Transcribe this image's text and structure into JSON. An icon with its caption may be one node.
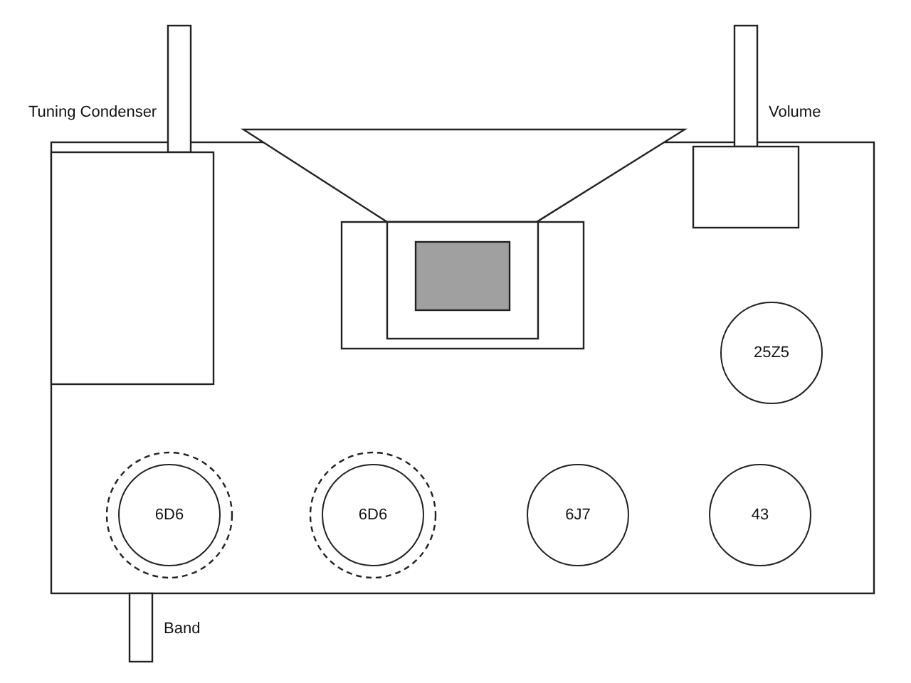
{
  "diagram": {
    "nodes": [
      {
        "text": [
          "25Z5"
        ]
      },
      {
        "text": [
          "6D6"
        ]
      },
      {
        "text": [
          "6D6"
        ]
      },
      {
        "text": [
          "6J7"
        ]
      },
      {
        "text": [
          "43"
        ]
      }
    ],
    "labels": [
      "Tuning Condenser",
      "Volume",
      "Band"
    ]
  }
}
